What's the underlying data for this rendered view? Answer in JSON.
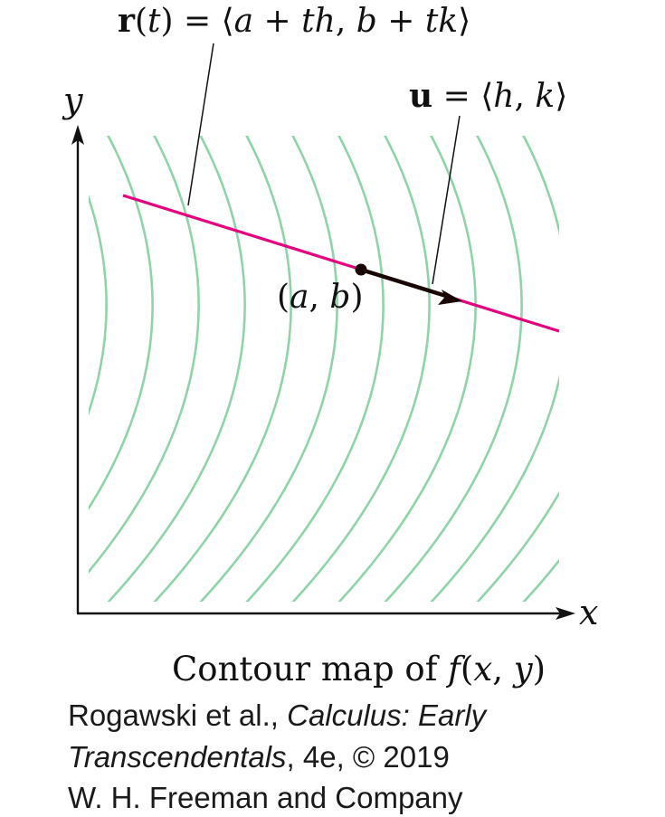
{
  "labels": {
    "line_eq": {
      "lhs_bold": "r",
      "open_paren": "(",
      "t": "t",
      "close_rest": ") = ⟨",
      "a": "a",
      "plus1": " + ",
      "th": "th",
      "comma": ", ",
      "b": "b",
      "plus2": " + ",
      "tk": "tk",
      "close": "⟩"
    },
    "vector_eq": {
      "lhs_bold": "u",
      "eq_open": " = ⟨",
      "h": "h",
      "comma": ", ",
      "k": "k",
      "close": "⟩"
    },
    "point": {
      "open": "(",
      "a": "a",
      "comma": ", ",
      "b": "b",
      "close": ")"
    },
    "axis_x": "x",
    "axis_y": "y"
  },
  "caption": {
    "prefix": "Contour map of ",
    "f": "f",
    "open": "(",
    "x": "x",
    "comma": ", ",
    "y": "y",
    "close": ")"
  },
  "credit": {
    "line1_plain": "Rogawski et al., ",
    "line1_italic": "Calculus: Early",
    "line2_italic": "Transcendentals",
    "line2_plain": ", 4e, © 2019",
    "line3": "W. H. Freeman and Company"
  },
  "colors": {
    "contour": "#8fd4a8",
    "line": "#e6007e",
    "vector": "#1a0505",
    "axis": "#111111"
  }
}
